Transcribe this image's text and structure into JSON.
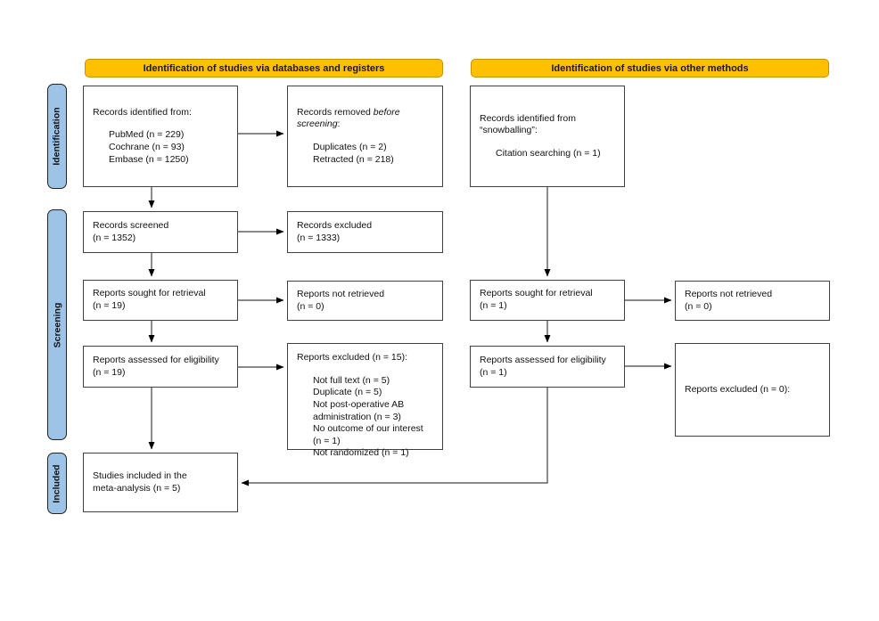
{
  "colors": {
    "banner_bg": "#FFC000",
    "stage_bg": "#9DC3E6",
    "box_border": "#404040",
    "arrow": "#404040"
  },
  "banners": {
    "databases": "Identification of studies via databases and registers",
    "other": "Identification of studies via other methods"
  },
  "stages": {
    "identification": "Identification",
    "screening": "Screening",
    "included": "Included"
  },
  "boxes": {
    "records_identified_db": {
      "title": "Records identified from:",
      "items": [
        "PubMed (n = 229)",
        "Cochrane (n = 93)",
        "Embase (n = 1250)"
      ]
    },
    "records_removed": {
      "title_prefix": "Records removed ",
      "title_italic": "before screening",
      "title_suffix": ":",
      "items": [
        "Duplicates (n = 2)",
        "Retracted (n = 218)"
      ]
    },
    "records_screened": {
      "line1": "Records screened",
      "line2": "(n = 1352)"
    },
    "records_excluded": {
      "line1": "Records excluded",
      "line2": "(n = 1333)"
    },
    "reports_sought_db": {
      "line1": "Reports sought for retrieval",
      "line2": "(n = 19)"
    },
    "reports_not_retrieved_db": {
      "line1": "Reports not retrieved",
      "line2": "(n = 0)"
    },
    "reports_assessed_db": {
      "line1": "Reports assessed for eligibility",
      "line2": "(n = 19)"
    },
    "reports_excluded_db": {
      "title": "Reports excluded (n = 15):",
      "items": [
        "Not full text (n = 5)",
        "Duplicate (n = 5)",
        "Not post-operative AB administration (n = 3)",
        "No outcome of our interest (n = 1)",
        "Not randomized (n = 1)"
      ]
    },
    "studies_included": {
      "line1": "Studies included in the",
      "line2": "meta-analysis (n = 5)"
    },
    "records_identified_other": {
      "title": "Records identified from “snowballing”:",
      "items": [
        "Citation searching (n = 1)"
      ]
    },
    "reports_sought_other": {
      "line1": "Reports sought for retrieval",
      "line2": "(n = 1)"
    },
    "reports_not_retrieved_other": {
      "line1": "Reports not retrieved",
      "line2": "(n = 0)"
    },
    "reports_assessed_other": {
      "line1": "Reports assessed for eligibility",
      "line2": "(n = 1)"
    },
    "reports_excluded_other": {
      "title": "Reports excluded (n = 0):"
    }
  }
}
